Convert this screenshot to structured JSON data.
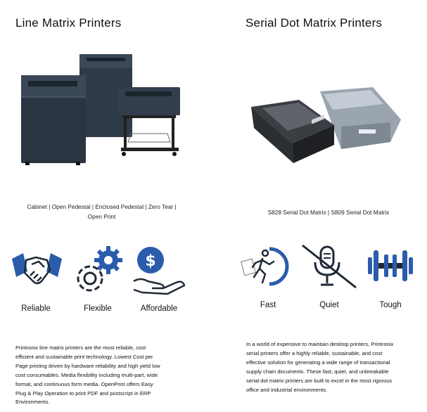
{
  "line_matrix": {
    "title": "Line Matrix Printers",
    "caption_line1": "Cabinet | Open Pedestal | Enclosed Pedestal | Zero Tear |",
    "caption_line2": "Open Print",
    "features": [
      {
        "label": "Reliable",
        "icon": "handshake-icon"
      },
      {
        "label": "Flexible",
        "icon": "gears-icon"
      },
      {
        "label": "Affordable",
        "icon": "dollar-hand-icon"
      }
    ],
    "description": [
      "Printronix line matrix printers are the most reliable, cost",
      "efficient and sustainable print technology. Lowest Cost per",
      "Page printing driven by hardware reliability and high yield low",
      "cost consumables. Media flexibility including multi-part, wide",
      "format, and continuous form media. OpenPrint offers Easy",
      "Plug & Play Operation to print PDF and postscript in ERP",
      "Environments."
    ]
  },
  "serial_dot_matrix": {
    "title": "Serial Dot Matrix Printers",
    "caption": "S828 Serial Dot Matrix | S809 Serial Dot Matrix",
    "features": [
      {
        "label": "Fast",
        "icon": "runner-icon"
      },
      {
        "label": "Quiet",
        "icon": "muted-mic-icon"
      },
      {
        "label": "Tough",
        "icon": "dumbbell-icon"
      }
    ],
    "description": [
      "In a world of expensive to maintain desktop printers, Printronix",
      "serial printers offer a highly reliable, sustainable, and cost",
      "effective solution for generating a wide range of transactional",
      "supply chain documents. These fast, quiet, and unbreakable",
      "serial dot matrix printers are built to excel in the most rigorous",
      "office and industrial environments."
    ]
  },
  "colors": {
    "accent": "#2b5cab",
    "dark": "#1f2a37"
  }
}
